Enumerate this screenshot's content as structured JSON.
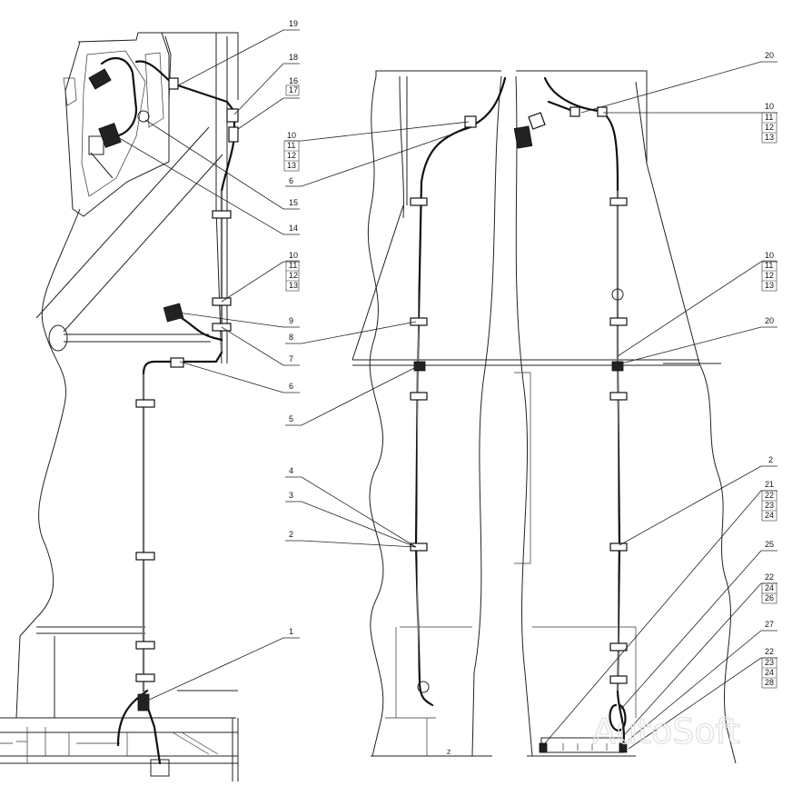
{
  "callouts": {
    "c19": "19",
    "c18": "18",
    "c17": "17",
    "c16": "16",
    "c15": "15",
    "c14": "14",
    "c9": "9",
    "c8": "8",
    "c7": "7",
    "c6": "6",
    "c5": "5",
    "c4": "4",
    "c3": "3",
    "c2": "2",
    "c1": "1",
    "c20": "20",
    "c21": "21",
    "c22": "22",
    "c23": "23",
    "c24": "24",
    "c25": "25",
    "c26": "26",
    "c27": "27",
    "c28": "28",
    "c10": "10",
    "c11": "11",
    "c12": "12",
    "c13": "13"
  },
  "floor_mark": "Z",
  "watermark": "AutoSoft"
}
